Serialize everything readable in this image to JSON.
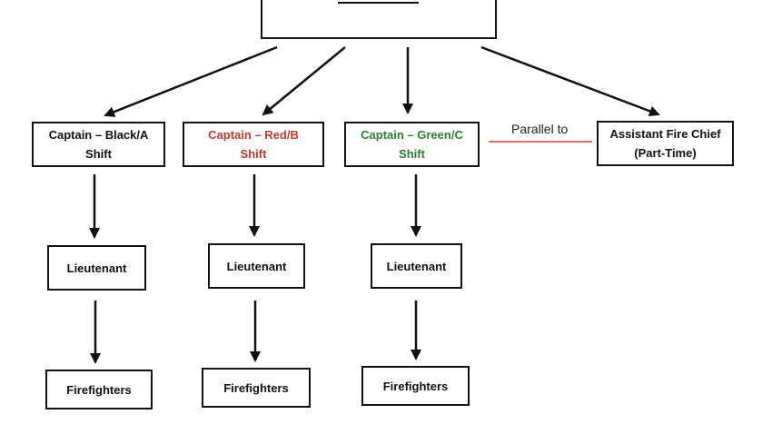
{
  "colors": {
    "stroke": "#111111",
    "black_shift": "#111111",
    "red_shift": "#c0392b",
    "green_shift": "#2e7d32",
    "parallel_line": "#e07070"
  },
  "captains": {
    "black": {
      "line1": "Captain – Black/A",
      "line2": "Shift"
    },
    "red": {
      "line1": "Captain – Red/B",
      "line2": "Shift"
    },
    "green": {
      "line1": "Captain – Green/C",
      "line2": "Shift"
    }
  },
  "assistant_chief": {
    "line1": "Assistant Fire Chief",
    "line2": "(Part-Time)"
  },
  "parallel_label": "Parallel to",
  "lieutenant_label": "Lieutenant",
  "firefighters_label": "Firefighters"
}
